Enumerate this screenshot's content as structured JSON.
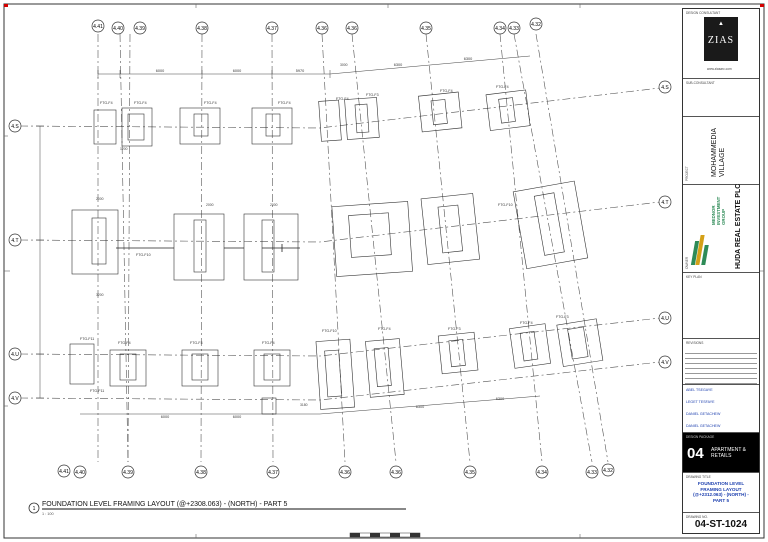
{
  "drawing": {
    "title": "FOUNDATION LEVEL FRAMING LAYOUT (@+2308.063) - (NORTH) - PART 5",
    "scale": "1 : 100",
    "view_number": "1"
  },
  "grid": {
    "columns": [
      "4.41",
      "4.40",
      "4.39",
      "4.38",
      "4.37",
      "4.36",
      "4.36",
      "4.35",
      "4.34",
      "4.33",
      "4.32"
    ],
    "rows": [
      "4.S",
      "4.T",
      "4.U",
      "4.V"
    ]
  },
  "footing_labels": {
    "f4": "FTG-F4",
    "f10": "FTG-F10",
    "f11": "FTG-F11",
    "f3": "FTG-F3"
  },
  "dimensions": {
    "d6000": "6000",
    "d6300": "6300",
    "d5970": "5970",
    "d3000": "3000",
    "d2000": "2000",
    "d1200": "1200",
    "d3200": "3200",
    "d3180": "3180"
  },
  "title_block": {
    "consultant_label": "DESIGN CONSULTANT",
    "logo_text": "ZIAS",
    "logo_sub": "www.ziasarc.com",
    "subconsultant_label": "SUB-CONSULTANT",
    "project_label": "PROJECT",
    "project_name": "MOHAMMEDIA VILLAGE",
    "owner_label": "OWNER",
    "owner_group": "MEDNOR INVESTMENT GROUP",
    "owner_name": "HUDA REAL ESTATE PLC",
    "keyplan_label": "KEY PLAN",
    "revision_label": "REVISIONS",
    "people": [
      "ABEL TSEGAYE",
      "LEGET TESFAYE",
      "DANIEL GETACHEW",
      "DANIEL GETACHEW"
    ],
    "package_label": "DESIGN PACKAGE",
    "package_number": "04",
    "package_name": "APARTMENT & RETAILS",
    "sheet_title_label": "DRAWING TITLE",
    "sheet_title": "FOUNDATION LEVEL FRAMING LAYOUT (@+2312.063) - (NORTH) - PART 5",
    "drawing_no_label": "DRAWING NO.",
    "drawing_number": "04-ST-1024"
  },
  "colors": {
    "line": "#333333",
    "accent_red": "#d40000",
    "title_blue": "#1e40af",
    "logo_bg": "#1a1a1a",
    "green": "#2e8b57",
    "gold": "#d4a017"
  }
}
